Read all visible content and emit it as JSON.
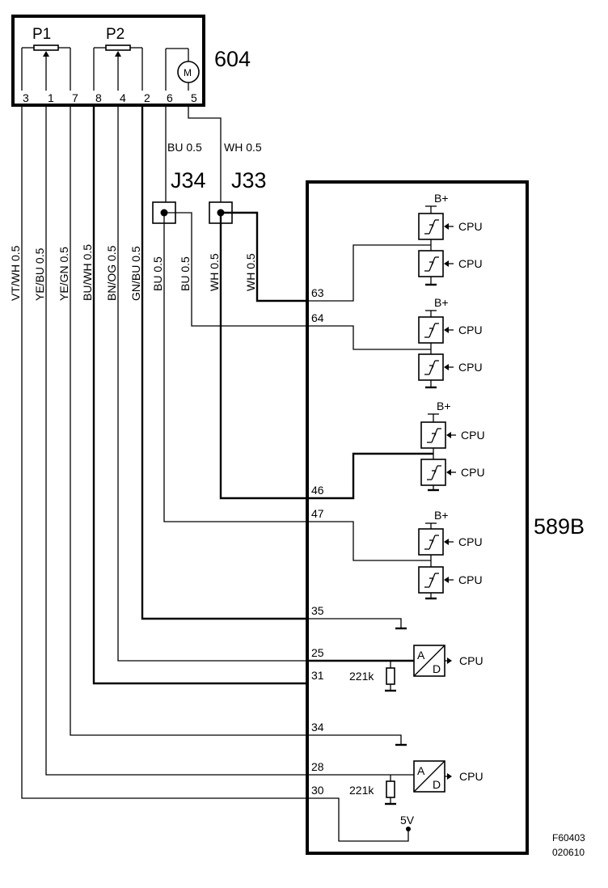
{
  "components": {
    "sensor": {
      "id": "604",
      "pot1": "P1",
      "pot2": "P2",
      "motor": "M",
      "pins": [
        "3",
        "1",
        "7",
        "8",
        "4",
        "2",
        "6",
        "5"
      ]
    },
    "module": {
      "id": "589B"
    },
    "junction_a": "J34",
    "junction_b": "J33"
  },
  "wires": {
    "vertical": [
      "VT/WH  0.5",
      "YE/BU  0.5",
      "YE/GN  0.5",
      "BU/WH  0.5",
      "BN/OG  0.5",
      "GN/BU  0.5",
      "BU  0.5",
      "BU  0.5",
      "WH  0.5",
      "WH  0.5"
    ],
    "motor_blue": "BU  0.5",
    "motor_white": "WH  0.5"
  },
  "pins": {
    "p63": "63",
    "p64": "64",
    "p46": "46",
    "p47": "47",
    "p35": "35",
    "p25": "25",
    "p31": "31",
    "p34": "34",
    "p28": "28",
    "p30": "30"
  },
  "labels": {
    "supply": "B+",
    "cpu": "CPU",
    "resistor": "221k",
    "adc_a": "A",
    "adc_d": "D",
    "five_volt": "5V"
  },
  "footer": {
    "code": "F60403",
    "date": "020610"
  }
}
